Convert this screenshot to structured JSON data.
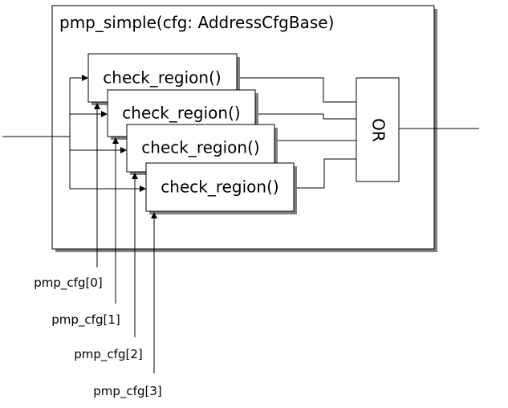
{
  "module": {
    "title": "pmp_simple(cfg: AddressCfgBase)"
  },
  "or_gate": {
    "label": "OR"
  },
  "check_regions": [
    {
      "label": "check_region()"
    },
    {
      "label": "check_region()"
    },
    {
      "label": "check_region()"
    },
    {
      "label": "check_region()"
    }
  ],
  "cfg_inputs": [
    {
      "label": "pmp_cfg[0]"
    },
    {
      "label": "pmp_cfg[1]"
    },
    {
      "label": "pmp_cfg[2]"
    },
    {
      "label": "pmp_cfg[3]"
    }
  ],
  "colors": {
    "line": "#000000",
    "shadow": "#7f7f7f",
    "fill": "#ffffff"
  }
}
